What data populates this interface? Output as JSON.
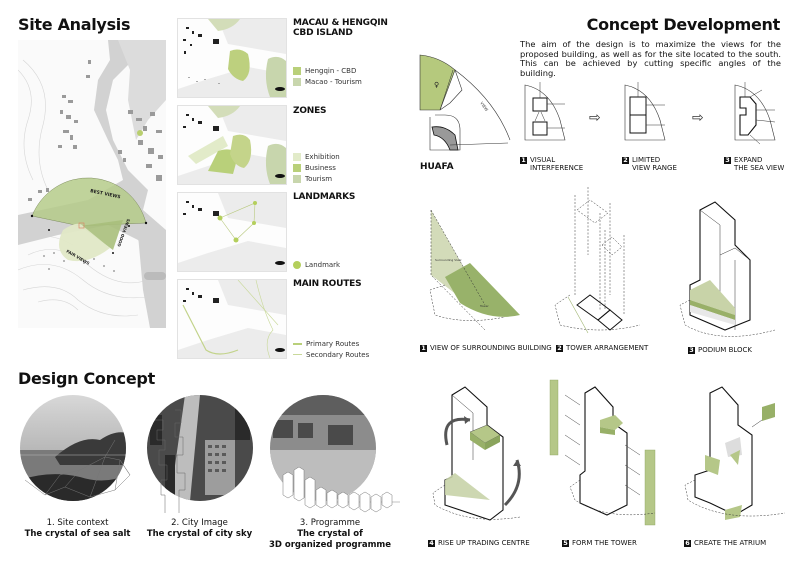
{
  "site_analysis": {
    "title": "Site Analysis",
    "map_labels": {
      "best_views": "BEST VIEWS",
      "fair_views": "FAIR VIEWS",
      "good_views": "GOOD VIEWS"
    },
    "panels": [
      {
        "title_line1": "MACAU & HENGQIN",
        "title_line2": "CBD ISLAND",
        "legend": [
          {
            "label": "Hengqin - CBD",
            "color": "#b9d07a",
            "shape": "square"
          },
          {
            "label": "Macao - Tourism",
            "color": "#c8d6ad",
            "shape": "square"
          }
        ]
      },
      {
        "title_line1": "ZONES",
        "title_line2": "",
        "legend": [
          {
            "label": "Exhibition",
            "color": "#e2ebc9",
            "shape": "square"
          },
          {
            "label": "Business",
            "color": "#b9d07a",
            "shape": "square"
          },
          {
            "label": "Tourism",
            "color": "#c8d6ad",
            "shape": "square"
          }
        ]
      },
      {
        "title_line1": "LANDMARKS",
        "title_line2": "",
        "legend": [
          {
            "label": "Landmark",
            "color": "#b4cf5c",
            "shape": "circle"
          }
        ]
      },
      {
        "title_line1": "MAIN ROUTES",
        "title_line2": "",
        "legend": [
          {
            "label": "Primary Routes",
            "color": "#b9d07a",
            "shape": "thick-line"
          },
          {
            "label": "Secondary Routes",
            "color": "#c9d99a",
            "shape": "thin-line"
          }
        ]
      }
    ]
  },
  "design_concept": {
    "title": "Design Concept",
    "items": [
      {
        "caption": "1. Site context",
        "subtitle_line1": "The crystal of sea salt",
        "subtitle_line2": ""
      },
      {
        "caption": "2. City Image",
        "subtitle_line1": "The crystal of city sky",
        "subtitle_line2": ""
      },
      {
        "caption": "3. Programme",
        "subtitle_line1": "The crystal of",
        "subtitle_line2": "3D organized programme"
      }
    ]
  },
  "concept_development": {
    "title": "Concept Development",
    "description": "The aim of the design is to maximize the views for the proposed building, as well as for the site located to the south. This can be achieved by cutting specific angles of the building.",
    "huafa_label": "HUAFA",
    "view_steps": [
      {
        "num": "1",
        "line1": "VISUAL",
        "line2": "INTERFERENCE"
      },
      {
        "num": "2",
        "line1": "LIMITED",
        "line2": "VIEW RANGE"
      },
      {
        "num": "3",
        "line1": "EXPAND",
        "line2": "THE SEA VIEW"
      }
    ],
    "massing_steps": [
      {
        "num": "1",
        "label": "VIEW OF SURROUNDING BUILDING"
      },
      {
        "num": "2",
        "label": "TOWER ARRANGEMENT"
      },
      {
        "num": "3",
        "label": "PODIUM BLOCK"
      },
      {
        "num": "4",
        "label": "RISE UP TRADING CENTRE"
      },
      {
        "num": "5",
        "label": "FORM THE TOWER"
      },
      {
        "num": "6",
        "label": "CREATE THE ATRIUM"
      }
    ],
    "diagram_labels": {
      "surrounding_view": "Surrounding View",
      "tower": "Tower",
      "view_arc": "VIEW"
    }
  },
  "colors": {
    "accent_green": "#b9cf85",
    "dark_green": "#98b468",
    "light_green": "#d4dfb8",
    "map_gray": "#d9d9d9",
    "water_gray": "#cfcfcf"
  }
}
